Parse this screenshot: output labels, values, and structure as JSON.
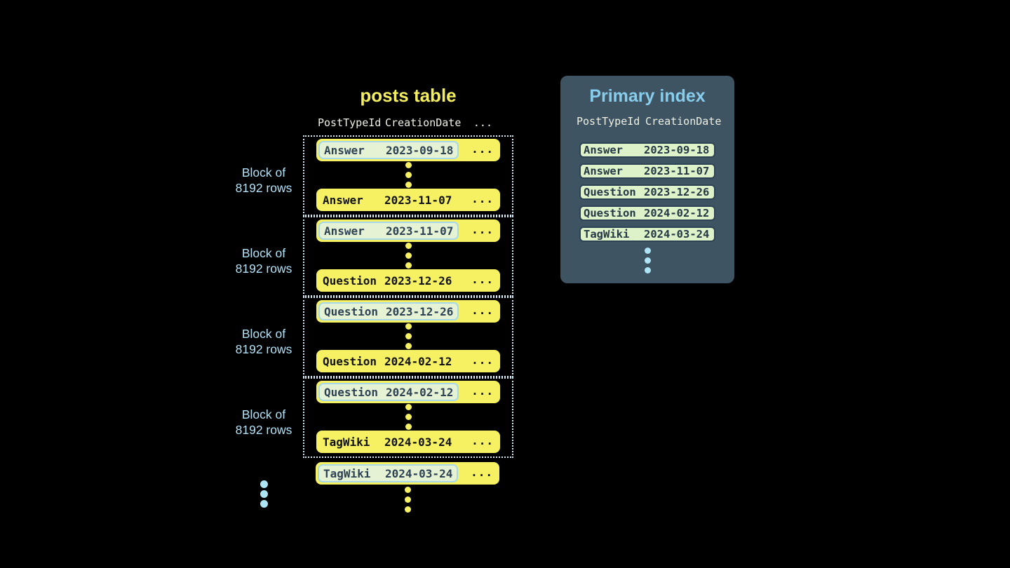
{
  "posts_table": {
    "title": "posts table",
    "header": {
      "col1": "PostTypeId",
      "col2": "CreationDate",
      "col3": "..."
    },
    "block_label": {
      "line1": "Block of",
      "line2": "8192 rows"
    },
    "ellipsis": "...",
    "blocks": [
      {
        "first_type": "Answer",
        "first_date": "2023-09-18",
        "last_type": "Answer",
        "last_date": "2023-11-07"
      },
      {
        "first_type": "Answer",
        "first_date": "2023-11-07",
        "last_type": "Question",
        "last_date": "2023-12-26"
      },
      {
        "first_type": "Question",
        "first_date": "2023-12-26",
        "last_type": "Question",
        "last_date": "2024-02-12"
      },
      {
        "first_type": "Question",
        "first_date": "2024-02-12",
        "last_type": "TagWiki",
        "last_date": "2024-03-24"
      }
    ],
    "overflow_row": {
      "type": "TagWiki",
      "date": "2024-03-24"
    }
  },
  "primary_index": {
    "title": "Primary index",
    "header": {
      "col1": "PostTypeId",
      "col2": "CreationDate"
    },
    "rows": [
      {
        "type": "Answer",
        "date": "2023-09-18"
      },
      {
        "type": "Answer",
        "date": "2023-11-07"
      },
      {
        "type": "Question",
        "date": "2023-12-26"
      },
      {
        "type": "Question",
        "date": "2024-02-12"
      },
      {
        "type": "TagWiki",
        "date": "2024-03-24"
      }
    ]
  },
  "colors": {
    "background": "#000000",
    "row_yellow": "#f5f163",
    "title_yellow": "#f2ee5e",
    "highlight_bg": "#e5f2d3",
    "highlight_border": "#a6d8e9",
    "highlight_text": "#2e4256",
    "block_border": "#d2ebf7",
    "label_blue": "#b3e1f6",
    "header_text": "#eef1e3",
    "dark_text": "#111111",
    "panel_bg": "#3e5463",
    "panel_title": "#87cdec",
    "index_row_bg": "#def2c9",
    "index_row_border": "#2d4254",
    "index_row_text": "#243746",
    "dot_blue": "#ade4f6"
  }
}
